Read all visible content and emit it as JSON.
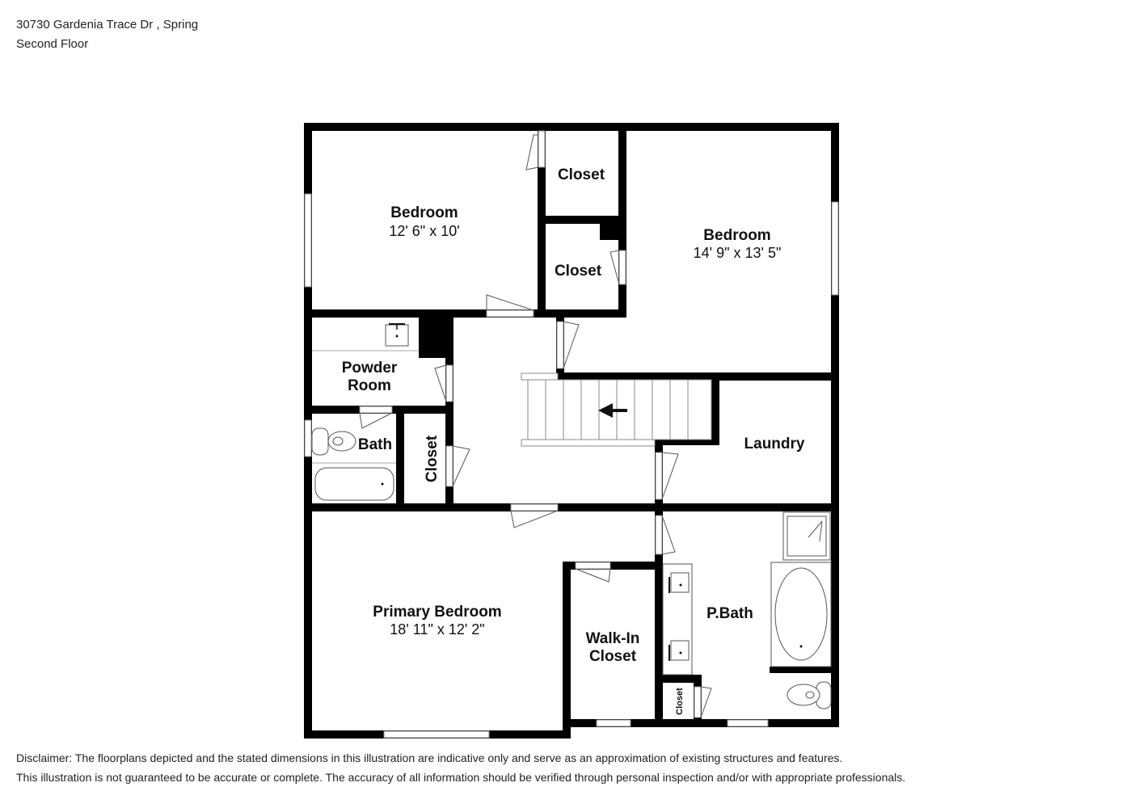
{
  "header": {
    "address": "30730 Gardenia Trace Dr , Spring",
    "floor": "Second Floor"
  },
  "rooms": {
    "bedroom_nw": {
      "name": "Bedroom",
      "dims": "12' 6\" x 10'"
    },
    "closet_top": {
      "name": "Closet"
    },
    "closet_mid": {
      "name": "Closet"
    },
    "bedroom_ne": {
      "name": "Bedroom",
      "dims": "14' 9\" x 13' 5\""
    },
    "powder_room": {
      "name_line1": "Powder",
      "name_line2": "Room"
    },
    "bath": {
      "name": "Bath"
    },
    "hall_closet": {
      "name": "Closet"
    },
    "laundry": {
      "name": "Laundry"
    },
    "primary_bedroom": {
      "name": "Primary Bedroom",
      "dims": "18' 11\" x 12' 2\""
    },
    "walk_in_closet": {
      "name_line1": "Walk-In",
      "name_line2": "Closet"
    },
    "p_bath": {
      "name": "P.Bath"
    },
    "p_bath_closet": {
      "name": "Closet"
    }
  },
  "stairs": {
    "direction": "left",
    "icon": "arrow-left-icon"
  },
  "colors": {
    "wall": "#000000",
    "background": "#ffffff",
    "text": "#111111"
  },
  "disclaimer": {
    "line1": "Disclaimer: The floorplans depicted and the stated dimensions in this illustration are indicative only and serve as an approximation of existing structures and features.",
    "line2": "This illustration is not guaranteed to be accurate or complete. The accuracy of all information should be verified through personal inspection and/or with appropriate professionals."
  }
}
